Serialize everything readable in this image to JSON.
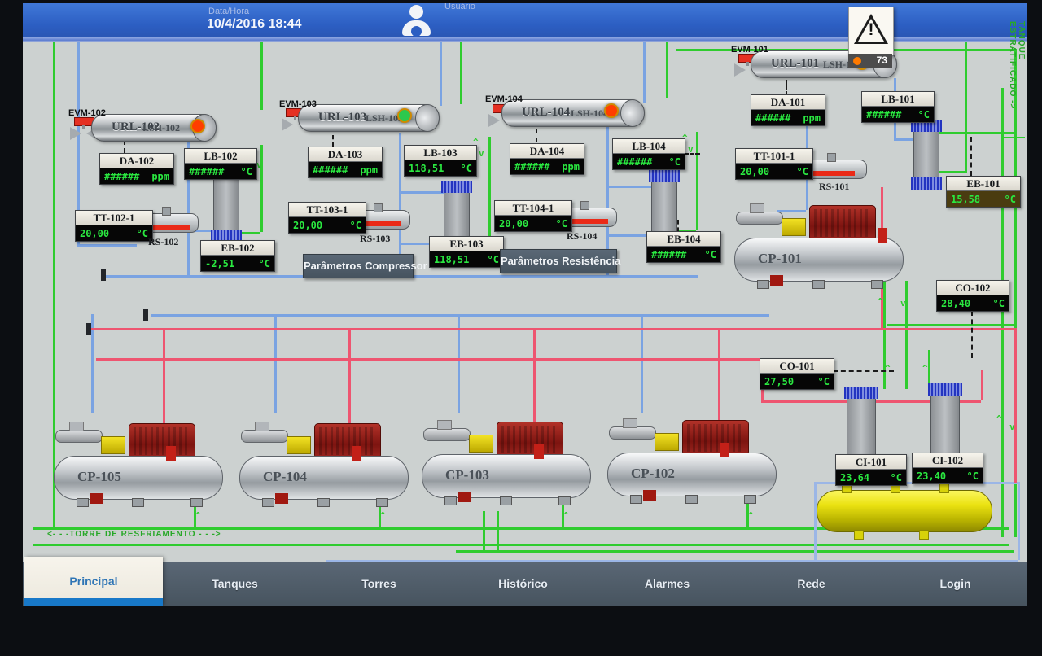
{
  "header": {
    "date_label": "Data/Hora",
    "date_value": "10/4/2016 18:44",
    "user_label": "Usuário"
  },
  "alarm": {
    "count": "73"
  },
  "notes": {
    "tank_vertical": "TANQUE ESTRATIFICADO ->",
    "cooling_tower": "<- - -TORRE DE RESFRIAMENTO - - ->"
  },
  "param_buttons": {
    "compressor": "Parâmetros Compressor",
    "resistencia": "Parâmetros Resistência"
  },
  "nav": {
    "tabs": [
      {
        "label": "Principal",
        "active": true
      },
      {
        "label": "Tanques",
        "active": false
      },
      {
        "label": "Torres",
        "active": false
      },
      {
        "label": "Histórico",
        "active": false
      },
      {
        "label": "Alarmes",
        "active": false
      },
      {
        "label": "Rede",
        "active": false
      },
      {
        "label": "Login",
        "active": false
      }
    ]
  },
  "units": [
    {
      "evm": "EVM-102",
      "url": "URL-102",
      "lsh": "LSH-102",
      "lamp_color": "#ff3d00",
      "da": {
        "label": "DA-102",
        "value": "######",
        "unit": "ppm"
      },
      "lb": {
        "label": "LB-102",
        "value": "######",
        "unit": "°C"
      },
      "tt": {
        "label": "TT-102-1",
        "value": "20,00",
        "unit": "°C"
      },
      "rs_label": "RS-102",
      "eb": {
        "label": "EB-102",
        "value": "-2,51",
        "unit": "°C"
      }
    },
    {
      "evm": "EVM-103",
      "url": "URL-103",
      "lsh": "LSH-103",
      "lamp_color": "#2dc84d",
      "da": {
        "label": "DA-103",
        "value": "######",
        "unit": "ppm"
      },
      "lb": {
        "label": "LB-103",
        "value": "118,51",
        "unit": "°C"
      },
      "tt": {
        "label": "TT-103-1",
        "value": "20,00",
        "unit": "°C"
      },
      "rs_label": "RS-103",
      "eb": {
        "label": "EB-103",
        "value": "118,51",
        "unit": "°C"
      }
    },
    {
      "evm": "EVM-104",
      "url": "URL-104",
      "lsh": "LSH-104",
      "lamp_color": "#ff3d00",
      "da": {
        "label": "DA-104",
        "value": "######",
        "unit": "ppm"
      },
      "lb": {
        "label": "LB-104",
        "value": "######",
        "unit": "°C"
      },
      "tt": {
        "label": "TT-104-1",
        "value": "20,00",
        "unit": "°C"
      },
      "rs_label": "RS-104",
      "eb": {
        "label": "EB-104",
        "value": "######",
        "unit": "°C"
      }
    },
    {
      "evm": "EVM-101",
      "url": "URL-101",
      "lsh": "LSH-101",
      "lamp_color": "#ff6a00",
      "da": {
        "label": "DA-101",
        "value": "######",
        "unit": "ppm"
      },
      "lb": {
        "label": "LB-101",
        "value": "######",
        "unit": "°C"
      },
      "tt": {
        "label": "TT-101-1",
        "value": "20,00",
        "unit": "°C"
      },
      "rs_label": "RS-101",
      "eb": {
        "label": "EB-101",
        "value": "15,58",
        "unit": "°C"
      }
    }
  ],
  "compressors": [
    "CP-101",
    "CP-102",
    "CP-103",
    "CP-104",
    "CP-105"
  ],
  "condensers": {
    "co102": {
      "label": "CO-102",
      "value": "28,40",
      "unit": "°C"
    },
    "co101": {
      "label": "CO-101",
      "value": "27,50",
      "unit": "°C"
    },
    "ci101": {
      "label": "CI-101",
      "value": "23,64",
      "unit": "°C"
    },
    "ci102": {
      "label": "CI-102",
      "value": "23,40",
      "unit": "°C"
    }
  },
  "colors": {
    "pipe_green": "#2fcc2f",
    "pipe_blue": "#7aa3e2",
    "pipe_red": "#ee5570",
    "value_green": "#2ae840",
    "topbar_blue": "#2c5ec2",
    "nav_bg": "#4d5a68",
    "active_tab_accent": "#1878c8"
  }
}
